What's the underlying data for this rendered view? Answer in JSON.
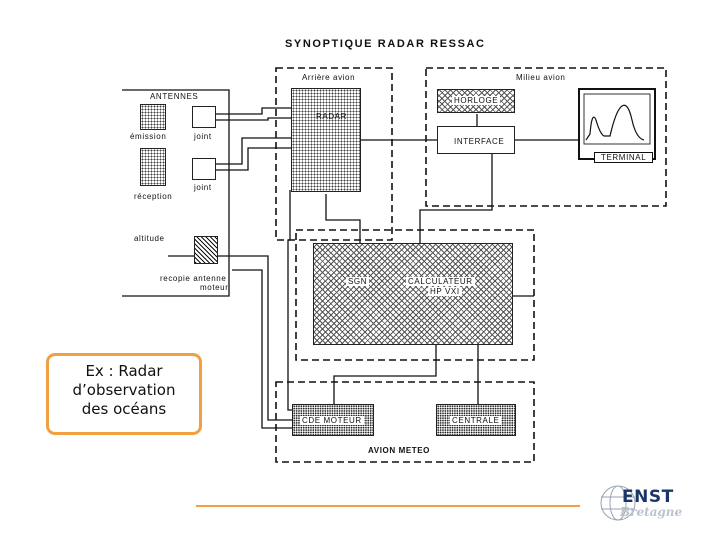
{
  "title": "SYNOPTIQUE RADAR RESSAC",
  "groups": {
    "arriere": "Arrière avion",
    "milieu": "Milieu avion",
    "avion_meteo": "AVION METEO"
  },
  "antennes_panel": {
    "title": "ANTENNES",
    "emission": "émission",
    "joint_1": "joint",
    "joint_2": "joint",
    "reception": "réception",
    "altitude": "altitude",
    "recopie_line1": "recopie antenne",
    "recopie_line2": "moteur"
  },
  "components": {
    "radar": "RADAR",
    "horloge": "HORLOGE",
    "interface": "INTERFACE",
    "terminal": "TERMINAL",
    "sgn": "SGN",
    "calculateur_line1": "CALCULATEUR",
    "calculateur_line2": "HP VXI",
    "cde_moteur": "CDE MOTEUR",
    "centrale": "CENTRALE"
  },
  "example_note": {
    "line1": "Ex : Radar",
    "line2": "d’observation",
    "line3": "des océans"
  },
  "logo": {
    "name": "ENST",
    "sub": "Bretagne"
  },
  "colors": {
    "note_border": "#f0a040",
    "logo_blue": "#1a3566",
    "footer_line": "#f0a040"
  }
}
